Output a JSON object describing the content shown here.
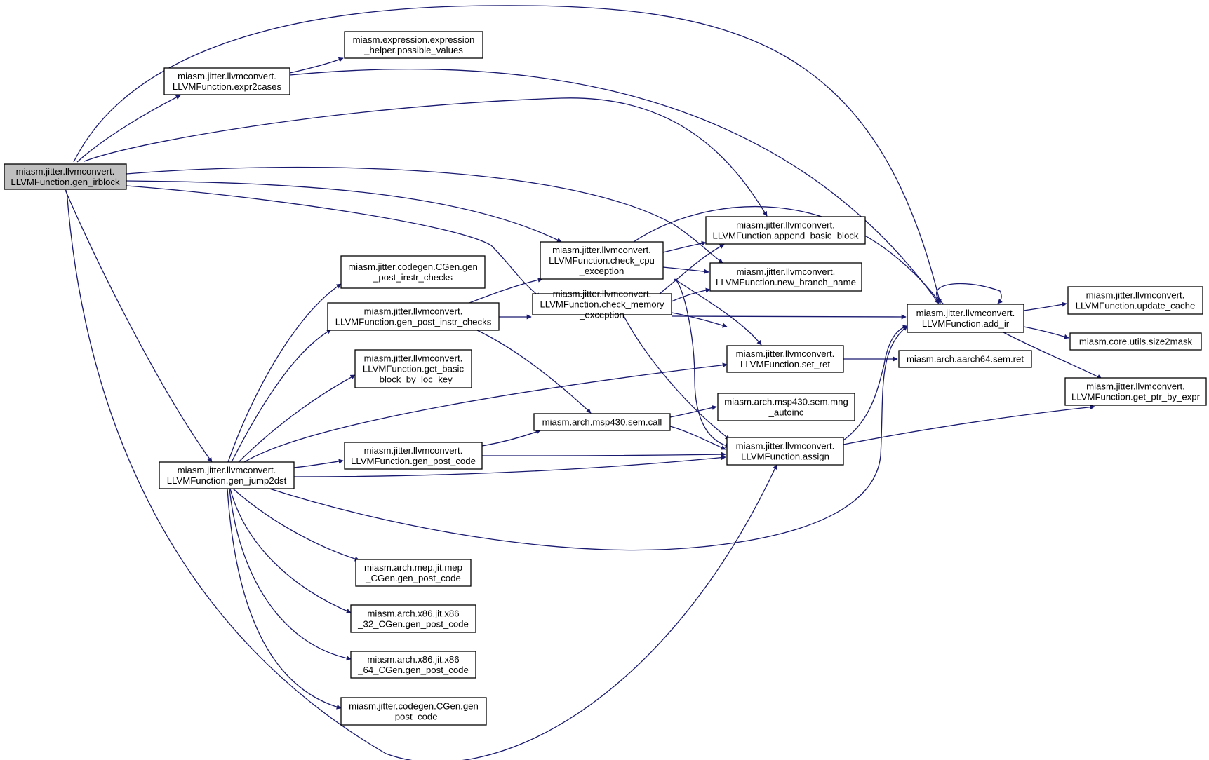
{
  "colors": {
    "edge": "#191970",
    "node_fill": "#ffffff",
    "root_fill": "#bfbfbf",
    "node_stroke": "#000000"
  },
  "nodes": {
    "gen_irblock": {
      "lines": [
        "miasm.jitter.llvmconvert.",
        "LLVMFunction.gen_irblock"
      ],
      "root": true
    },
    "expr2cases": {
      "lines": [
        "miasm.jitter.llvmconvert.",
        "LLVMFunction.expr2cases"
      ]
    },
    "possible_values": {
      "lines": [
        "miasm.expression.expression",
        "_helper.possible_values"
      ]
    },
    "gen_jump2dst": {
      "lines": [
        "miasm.jitter.llvmconvert.",
        "LLVMFunction.gen_jump2dst"
      ]
    },
    "cgen_gen_post_instr_checks": {
      "lines": [
        "miasm.jitter.codegen.CGen.gen",
        "_post_instr_checks"
      ]
    },
    "gen_post_instr_checks": {
      "lines": [
        "miasm.jitter.llvmconvert.",
        "LLVMFunction.gen_post_instr_checks"
      ]
    },
    "get_basic_block_by_loc_key": {
      "lines": [
        "miasm.jitter.llvmconvert.",
        "LLVMFunction.get_basic",
        "_block_by_loc_key"
      ]
    },
    "gen_post_code": {
      "lines": [
        "miasm.jitter.llvmconvert.",
        "LLVMFunction.gen_post_code"
      ]
    },
    "mep_gen_post_code": {
      "lines": [
        "miasm.arch.mep.jit.mep",
        "_CGen.gen_post_code"
      ]
    },
    "x86_32_gen_post_code": {
      "lines": [
        "miasm.arch.x86.jit.x86",
        "_32_CGen.gen_post_code"
      ]
    },
    "x86_64_gen_post_code": {
      "lines": [
        "miasm.arch.x86.jit.x86",
        "_64_CGen.gen_post_code"
      ]
    },
    "cgen_gen_post_code": {
      "lines": [
        "miasm.jitter.codegen.CGen.gen",
        "_post_code"
      ]
    },
    "check_cpu_exception": {
      "lines": [
        "miasm.jitter.llvmconvert.",
        "LLVMFunction.check_cpu",
        "_exception"
      ]
    },
    "check_memory_exception": {
      "lines": [
        "miasm.jitter.llvmconvert.",
        "LLVMFunction.check_memory",
        "_exception"
      ]
    },
    "msp430_call": {
      "lines": [
        "miasm.arch.msp430.sem.call"
      ]
    },
    "append_basic_block": {
      "lines": [
        "miasm.jitter.llvmconvert.",
        "LLVMFunction.append_basic_block"
      ]
    },
    "new_branch_name": {
      "lines": [
        "miasm.jitter.llvmconvert.",
        "LLVMFunction.new_branch_name"
      ]
    },
    "set_ret": {
      "lines": [
        "miasm.jitter.llvmconvert.",
        "LLVMFunction.set_ret"
      ]
    },
    "mng_autoinc": {
      "lines": [
        "miasm.arch.msp430.sem.mng",
        "_autoinc"
      ]
    },
    "assign": {
      "lines": [
        "miasm.jitter.llvmconvert.",
        "LLVMFunction.assign"
      ]
    },
    "add_ir": {
      "lines": [
        "miasm.jitter.llvmconvert.",
        "LLVMFunction.add_ir"
      ]
    },
    "aarch64_ret": {
      "lines": [
        "miasm.arch.aarch64.sem.ret"
      ]
    },
    "update_cache": {
      "lines": [
        "miasm.jitter.llvmconvert.",
        "LLVMFunction.update_cache"
      ]
    },
    "size2mask": {
      "lines": [
        "miasm.core.utils.size2mask"
      ]
    },
    "get_ptr_by_expr": {
      "lines": [
        "miasm.jitter.llvmconvert.",
        "LLVMFunction.get_ptr_by_expr"
      ]
    }
  },
  "edges": [
    [
      "gen_irblock",
      "expr2cases"
    ],
    [
      "gen_irblock",
      "gen_jump2dst"
    ],
    [
      "gen_irblock",
      "add_ir"
    ],
    [
      "gen_irblock",
      "append_basic_block"
    ],
    [
      "gen_irblock",
      "new_branch_name"
    ],
    [
      "gen_irblock",
      "check_cpu_exception"
    ],
    [
      "gen_irblock",
      "check_memory_exception"
    ],
    [
      "gen_irblock",
      "assign"
    ],
    [
      "expr2cases",
      "possible_values"
    ],
    [
      "expr2cases",
      "add_ir"
    ],
    [
      "gen_jump2dst",
      "cgen_gen_post_instr_checks"
    ],
    [
      "gen_jump2dst",
      "gen_post_instr_checks"
    ],
    [
      "gen_jump2dst",
      "get_basic_block_by_loc_key"
    ],
    [
      "gen_jump2dst",
      "set_ret"
    ],
    [
      "gen_jump2dst",
      "gen_post_code"
    ],
    [
      "gen_jump2dst",
      "assign"
    ],
    [
      "gen_jump2dst",
      "add_ir"
    ],
    [
      "gen_jump2dst",
      "mep_gen_post_code"
    ],
    [
      "gen_jump2dst",
      "x86_32_gen_post_code"
    ],
    [
      "gen_jump2dst",
      "x86_64_gen_post_code"
    ],
    [
      "gen_jump2dst",
      "cgen_gen_post_code"
    ],
    [
      "gen_post_instr_checks",
      "check_cpu_exception"
    ],
    [
      "gen_post_instr_checks",
      "check_memory_exception"
    ],
    [
      "gen_post_instr_checks",
      "msp430_call"
    ],
    [
      "gen_post_code",
      "msp430_call"
    ],
    [
      "gen_post_code",
      "assign"
    ],
    [
      "check_cpu_exception",
      "append_basic_block"
    ],
    [
      "check_cpu_exception",
      "new_branch_name"
    ],
    [
      "check_cpu_exception",
      "add_ir"
    ],
    [
      "check_cpu_exception",
      "set_ret"
    ],
    [
      "check_cpu_exception",
      "assign"
    ],
    [
      "check_memory_exception",
      "append_basic_block"
    ],
    [
      "check_memory_exception",
      "new_branch_name"
    ],
    [
      "check_memory_exception",
      "add_ir"
    ],
    [
      "check_memory_exception",
      "set_ret"
    ],
    [
      "check_memory_exception",
      "assign"
    ],
    [
      "msp430_call",
      "mng_autoinc"
    ],
    [
      "msp430_call",
      "assign"
    ],
    [
      "set_ret",
      "aarch64_ret"
    ],
    [
      "assign",
      "add_ir"
    ],
    [
      "assign",
      "get_ptr_by_expr"
    ],
    [
      "add_ir",
      "add_ir"
    ],
    [
      "add_ir",
      "update_cache"
    ],
    [
      "add_ir",
      "size2mask"
    ],
    [
      "add_ir",
      "get_ptr_by_expr"
    ]
  ]
}
